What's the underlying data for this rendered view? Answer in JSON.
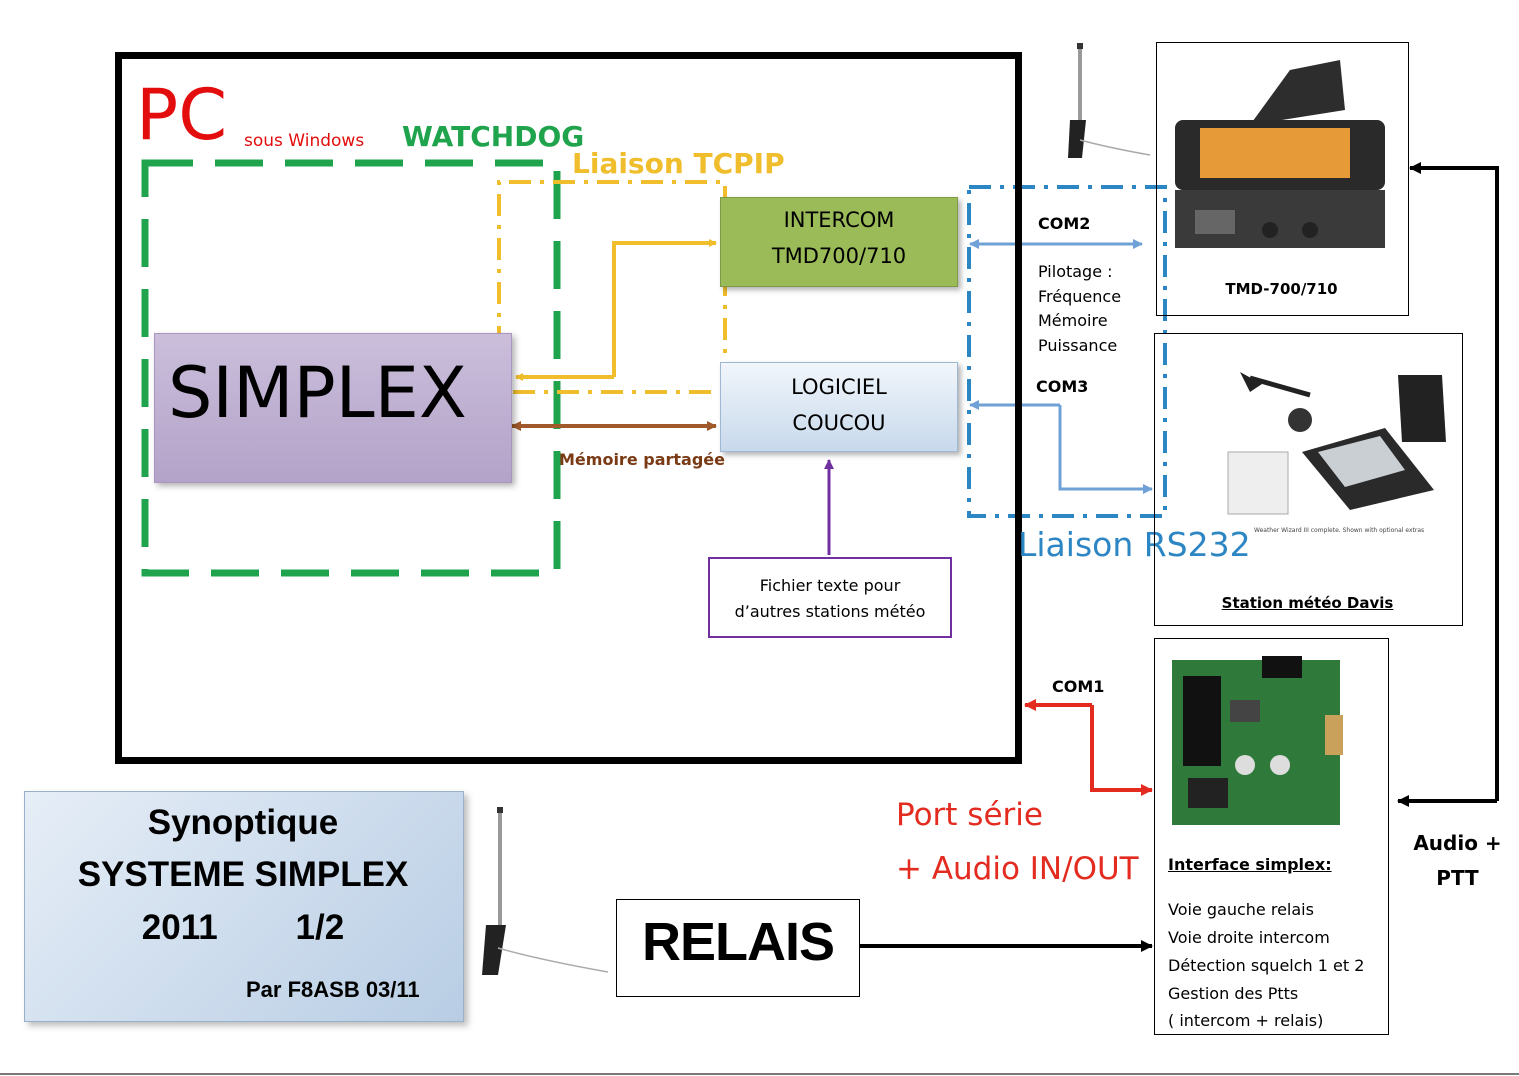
{
  "pc": {
    "title": "PC",
    "subtitle": "sous Windows"
  },
  "watchdog": {
    "label": "WATCHDOG"
  },
  "tcpip": {
    "label": "Liaison TCPIP"
  },
  "rs232": {
    "label": "Liaison RS232"
  },
  "simplex": {
    "label": "SIMPLEX"
  },
  "intercom": {
    "line1": "INTERCOM",
    "line2": "TMD700/710"
  },
  "logiciel": {
    "line1": "LOGICIEL",
    "line2": "COUCOU"
  },
  "memoire": {
    "label": "Mémoire partagée"
  },
  "fichier": {
    "line1": "Fichier texte pour",
    "line2": "d’autres stations météo"
  },
  "com2": {
    "label": "COM2"
  },
  "com3": {
    "label": "COM3"
  },
  "com1": {
    "label": "COM1"
  },
  "pilotage": {
    "lines": [
      "Pilotage :",
      "Fréquence",
      "Mémoire",
      "Puissance"
    ]
  },
  "radio": {
    "caption": "TMD-700/710"
  },
  "davis": {
    "caption": "Station météo Davis",
    "small": "Weather Wizard III complete.  Shown with optional extras"
  },
  "interface": {
    "title": "Interface simplex:",
    "lines": [
      "Voie gauche relais",
      "Voie droite intercom",
      "Détection squelch 1 et 2",
      "Gestion des Ptts",
      "( intercom + relais)"
    ]
  },
  "port": {
    "line1": "Port série",
    "line2": "+ Audio IN/OUT"
  },
  "audio": {
    "line1": "Audio +",
    "line2": "PTT"
  },
  "relais": {
    "label": "RELAIS"
  },
  "synoptique": {
    "line1": "Synoptique",
    "line2": "SYSTEME SIMPLEX",
    "line3": "2011        1/2",
    "author": "Par F8ASB 03/11"
  },
  "colors": {
    "pc_red": "#e30d0d",
    "watchdog_green": "#1fa44d",
    "tcpip_yellow": "#f0bd2c",
    "rs232_blue": "#2d86c4",
    "intercom_green": "#9bbb59",
    "memoire_brown": "#a0592a",
    "fichier_purple": "#7030a0",
    "port_red": "#e32b1f"
  }
}
